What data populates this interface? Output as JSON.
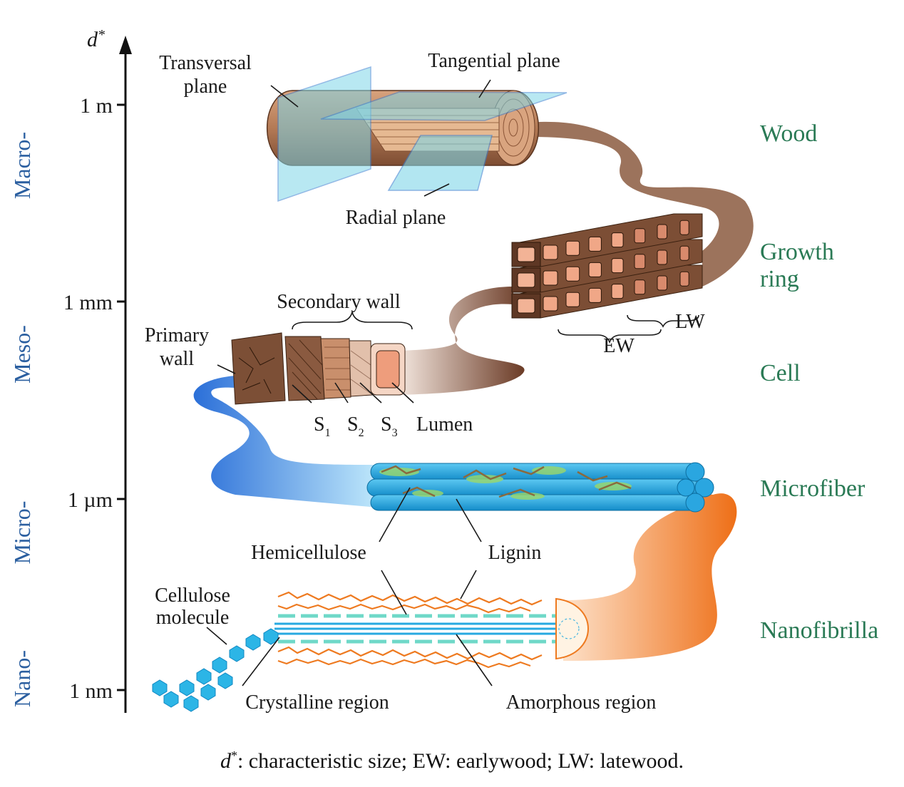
{
  "axis": {
    "label_base": "d",
    "label_sup": "*",
    "ticks": [
      "1 m",
      "1 mm",
      "1 µm",
      "1 nm"
    ],
    "scales": [
      "Macro-",
      "Meso-",
      "Micro-",
      "Nano-"
    ]
  },
  "levels": [
    "Wood",
    "Growth ring",
    "Cell",
    "Microfiber",
    "Nanofibrilla"
  ],
  "levels_split": {
    "growth_1": "Growth",
    "growth_2": "ring"
  },
  "labels": {
    "transversal_1": "Transversal",
    "transversal_2": "plane",
    "tangential": "Tangential plane",
    "radial": "Radial plane",
    "secondary_wall": "Secondary wall",
    "primary_1": "Primary",
    "primary_2": "wall",
    "s1": "S",
    "s1_sub": "1",
    "s2": "S",
    "s2_sub": "2",
    "s3": "S",
    "s3_sub": "3",
    "lumen": "Lumen",
    "ew": "EW",
    "lw": "LW",
    "hemicellulose": "Hemicellulose",
    "lignin": "Lignin",
    "cellulose_1": "Cellulose",
    "cellulose_2": "molecule",
    "crystalline": "Crystalline region",
    "amorphous": "Amorphous region"
  },
  "caption": {
    "d": "d",
    "star": "*",
    "rest": ": characteristic size; EW: earlywood; LW: latewood."
  },
  "colors": {
    "level_text": "#2a7a55",
    "scale_text": "#2b5fa0",
    "wood": "#a9744f",
    "cell": "#8a5a3c",
    "microfiber": "#1fa4e0",
    "nanofibril": "#f07a22",
    "plane": "#7fd6e8"
  }
}
